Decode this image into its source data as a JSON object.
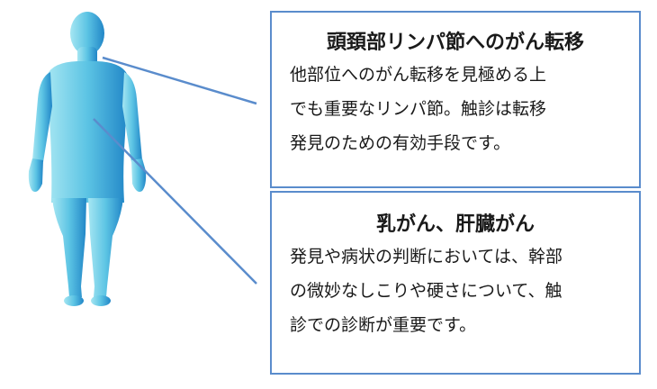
{
  "colors": {
    "figure_light": "#a6e6f2",
    "figure_mid": "#5cc4e4",
    "figure_dark": "#2186c7",
    "connector": "#5a8ccc",
    "border": "#5a8ccc"
  },
  "boxes": {
    "head_neck": {
      "title": "頭頚部リンパ節へのがん転移",
      "lines": [
        "他部位へのがん転移を見極める上",
        "でも重要なリンパ節。触診は転移",
        "発見のための有効手段です。"
      ]
    },
    "breast_liver": {
      "title": "乳がん、肝臓がん",
      "lines": [
        "発見や病状の判断においては、幹部",
        "の微妙なしこりや硬さについて、触",
        "診での診断が重要です。"
      ]
    }
  }
}
